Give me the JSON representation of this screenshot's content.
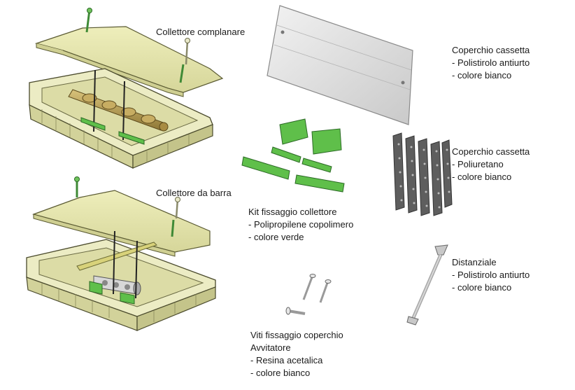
{
  "labels": {
    "collettore_complanare": "Collettore complanare",
    "collettore_da_barra": "Collettore da barra",
    "coperchio_cassetta_1": {
      "title": "Coperchio cassetta",
      "line1": "- Polistirolo antiurto",
      "line2": "- colore bianco"
    },
    "coperchio_cassetta_2": {
      "title": "Coperchio cassetta",
      "line1": "- Poliuretano",
      "line2": "- colore bianco"
    },
    "kit_fissaggio": {
      "title": "Kit fissaggio collettore",
      "line1": "- Polipropilene copolimero",
      "line2": "- colore verde"
    },
    "distanziale": {
      "title": "Distanziale",
      "line1": " - Polistirolo antiurto",
      "line2": " - colore bianco"
    },
    "viti": {
      "title": "Viti fissaggio coperchio",
      "line1": "Avvitatore",
      "line2": "- Resina acetalica",
      "line3": "- colore bianco"
    }
  },
  "colors": {
    "box_fill": "#e6e6b4",
    "box_stroke": "#4a4a2c",
    "lid_fill": "#e3e3a6",
    "green_part": "#5fbf4a",
    "white_cover": "#dcdcdc",
    "dark_rail": "#6a6a6a",
    "brass": "#b59a4e"
  }
}
